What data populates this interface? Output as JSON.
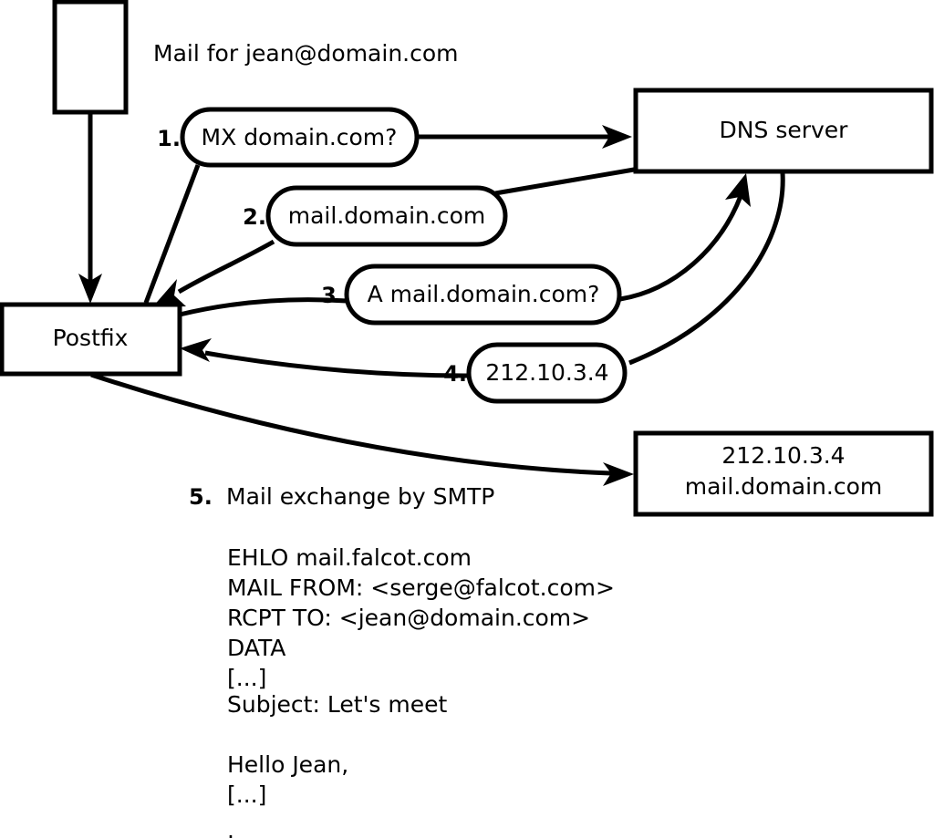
{
  "diagram": {
    "title_label": "Mail for jean@domain.com",
    "nodes": [
      {
        "id": "client",
        "label": ""
      },
      {
        "id": "postfix",
        "label": "Postfix"
      },
      {
        "id": "dns",
        "label": "DNS server"
      },
      {
        "id": "target_line1",
        "label": "212.10.3.4"
      },
      {
        "id": "target_line2",
        "label": "mail.domain.com"
      }
    ],
    "steps": [
      {
        "num": "1.",
        "label": "MX domain.com?"
      },
      {
        "num": "2.",
        "label": "mail.domain.com"
      },
      {
        "num": "3.",
        "label": "A mail.domain.com?"
      },
      {
        "num": "4.",
        "label": "212.10.3.4"
      }
    ],
    "step5": {
      "num": "5.",
      "label": "Mail exchange by SMTP"
    },
    "transcript": [
      "EHLO mail.falcot.com",
      "MAIL FROM: <serge@falcot.com>",
      "RCPT TO: <jean@domain.com>",
      "DATA",
      "[...]",
      "Subject: Let's meet",
      "",
      "Hello Jean,",
      "[...]",
      "",
      "."
    ],
    "colors": {
      "stroke": "#000000",
      "fill": "#ffffff",
      "text": "#000000"
    }
  }
}
